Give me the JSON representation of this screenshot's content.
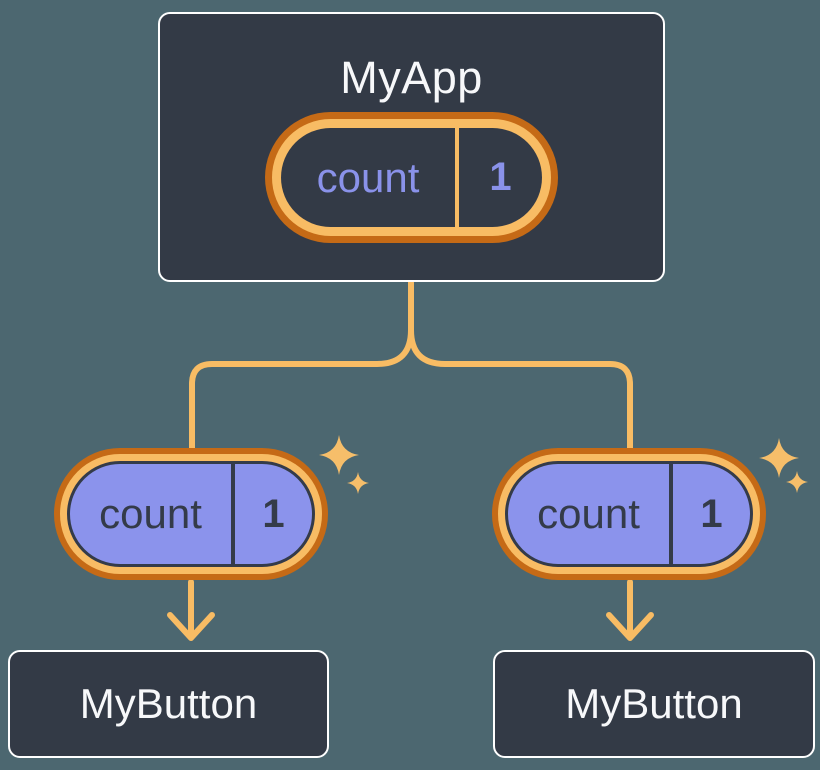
{
  "colors": {
    "background": "#4C6770",
    "node_fill": "#333A46",
    "node_border": "#FFFFFF",
    "node_text": "#F7F8FA",
    "ring_outer": "#C56A16",
    "ring_inner": "#F8BC64",
    "connector": "#F8BC64",
    "sparkle": "#F6BE6A",
    "prop_fill": "#8B93EC",
    "dark_ink": "#343B49",
    "state_text": "#8A92EA"
  },
  "diagram": {
    "root": {
      "title": "MyApp",
      "state": {
        "label": "count",
        "value": "1"
      }
    },
    "children": [
      {
        "title": "MyButton",
        "prop": {
          "label": "count",
          "value": "1"
        }
      },
      {
        "title": "MyButton",
        "prop": {
          "label": "count",
          "value": "1"
        }
      }
    ]
  }
}
